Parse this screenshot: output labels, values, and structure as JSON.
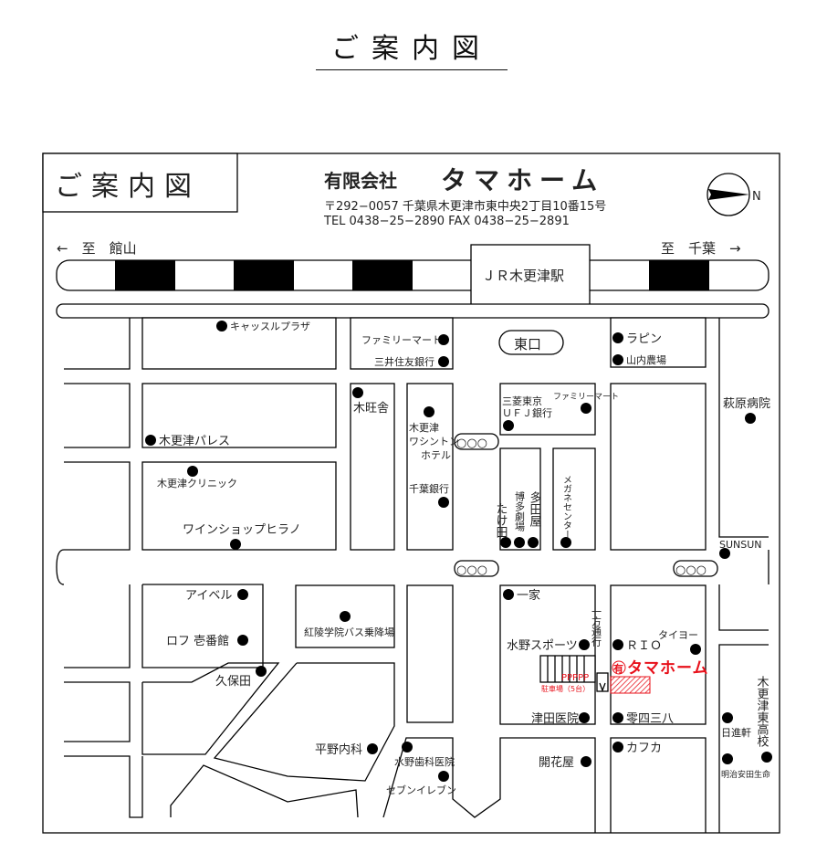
{
  "page_title": "ご案内図",
  "map": {
    "box_title": "ご案内図",
    "company": {
      "prefix": "有限会社",
      "name": "タマホーム"
    },
    "address": "〒292−0057 千葉県木更津市東中央2丁目10番15号",
    "contact": "TEL 0438−25−2890 FAX 0438−25−2891",
    "compass_label": "N",
    "direction_left": "←　至　館山",
    "direction_right": "至　千葉　→",
    "station": "ＪＲ木更津駅",
    "east_exit": "東口",
    "one_way": "一方通行",
    "parking_slots": "PPPPP",
    "parking_label": "駐車場（5台）",
    "target": {
      "mark": "有",
      "name": "タマホーム"
    },
    "landmarks": {
      "castle_plaza": "キャッスルプラザ",
      "familymart1": "ファミリーマート",
      "mitsui": "三井住友銀行",
      "rapin": "ラピン",
      "yamauchi": "山内農場",
      "kisarazu_palace": "木更津パレス",
      "mokuousha": "木旺舎",
      "washington1": "木更津",
      "washington2": "ワシントン",
      "washington3": "ホテル",
      "mufg1": "三菱東京",
      "mufg2": "ＵＦＪ銀行",
      "familymart2": "ファミリーマート",
      "hagiwara": "萩原病院",
      "clinic": "木更津クリニック",
      "chiba_bank": "千葉銀行",
      "takeda": "たけ田",
      "hakata": "博多劇場",
      "tadaya": "多田屋",
      "megane": "メガネセンター",
      "wine": "ワインショップヒラノ",
      "sunsun": "SUNSUN",
      "aiberu": "アイベル",
      "loft": "ロフ 壱番館",
      "kubota": "久保田",
      "koryo": "紅陵学院バス乗降場",
      "ikka": "一家",
      "mizuno_sports": "水野スポーツ",
      "rio": "ＲＩＯ",
      "taiyo": "タイヨー",
      "tsuda": "津田医院",
      "reishi": "零四三八",
      "hirano": "平野内科",
      "mizuno_dental": "水野歯科医院",
      "seven": "セブンイレブン",
      "kaikaya": "開花屋",
      "kafuka": "カフカ",
      "nisshinken": "日進軒",
      "meiji": "明治安田生命",
      "higashi_hs": "木更津東高校"
    },
    "signals": "○○○",
    "accent_color": "#e8101a"
  }
}
